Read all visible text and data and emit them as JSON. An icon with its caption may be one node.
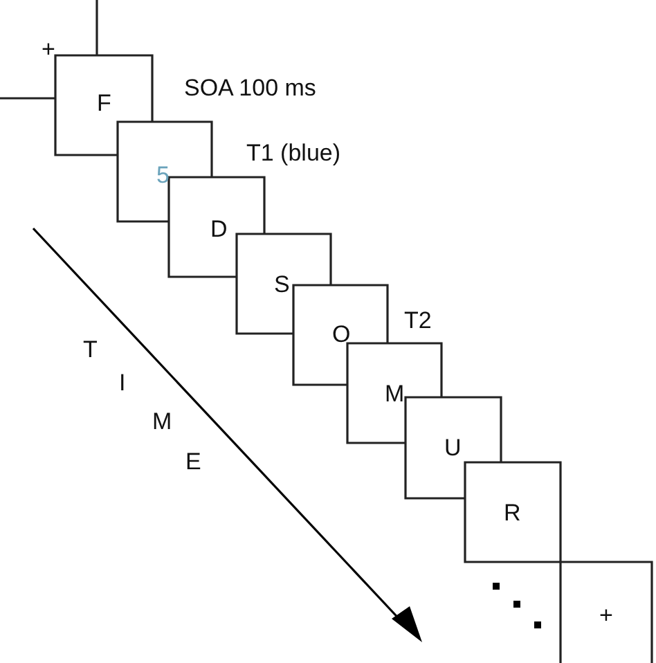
{
  "diagram": {
    "nodes": [
      {
        "text": [
          "+"
        ]
      },
      {
        "text": [
          "F"
        ]
      },
      {
        "text": [
          "5"
        ]
      },
      {
        "text": [
          "D"
        ]
      },
      {
        "text": [
          "S"
        ]
      },
      {
        "text": [
          "O"
        ]
      },
      {
        "text": [
          "M"
        ]
      },
      {
        "text": [
          "U"
        ]
      },
      {
        "text": [
          "R"
        ]
      },
      {
        "text": [
          "+"
        ]
      }
    ],
    "labels": [
      "SOA 100 ms",
      "T1 (blue)",
      "T2",
      "T",
      "I",
      "M",
      "E"
    ]
  }
}
